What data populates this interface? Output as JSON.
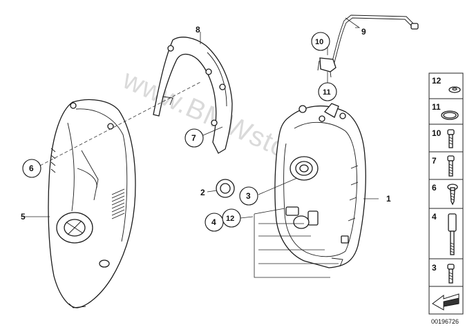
{
  "callouts": {
    "c1": "1",
    "c2": "2",
    "c3": "3",
    "c4": "4",
    "c5": "5",
    "c6": "6",
    "c7": "7",
    "c8": "8",
    "c9": "9",
    "c10": "10",
    "c11": "11",
    "c12": "12"
  },
  "legend": {
    "items": [
      {
        "num": "12",
        "icon": "washer-icon"
      },
      {
        "num": "11",
        "icon": "o-ring-icon"
      },
      {
        "num": "10",
        "icon": "screw-icon"
      },
      {
        "num": "7",
        "icon": "screw-icon"
      },
      {
        "num": "6",
        "icon": "self-tapping-screw-icon"
      },
      {
        "num": "4",
        "icon": "stud-bolt-icon"
      },
      {
        "num": "3",
        "icon": "screw-icon"
      }
    ]
  },
  "doc_number": "00196726",
  "watermark": "www.BMWstore.ru"
}
